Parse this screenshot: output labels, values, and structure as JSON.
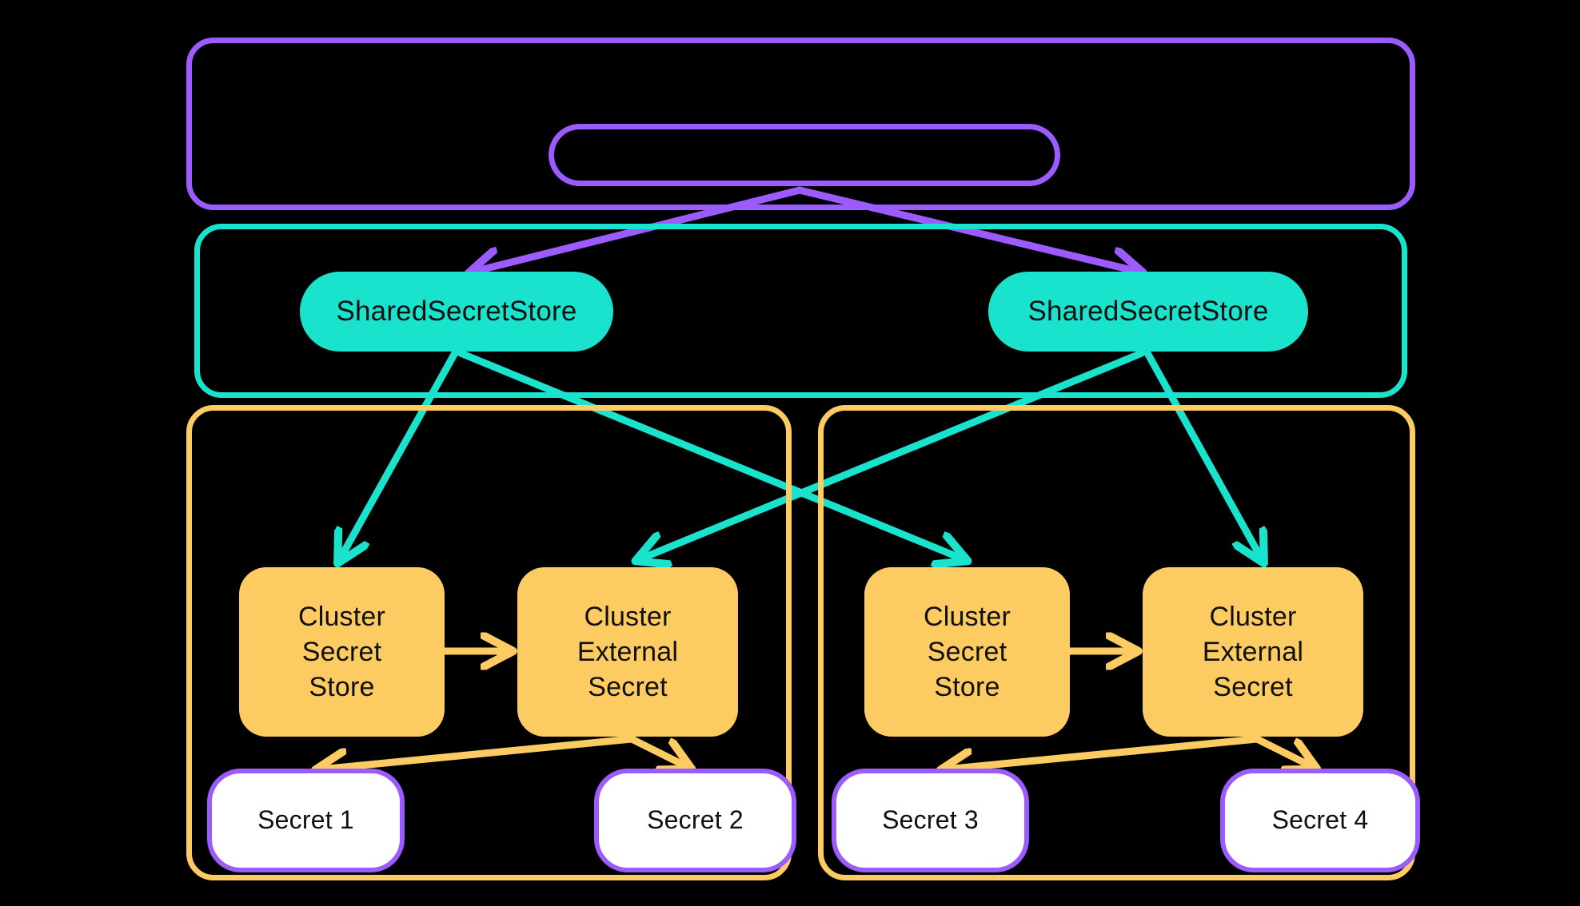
{
  "diagram": {
    "title": "External Secrets Operator shared secret store architecture",
    "background": "#000000",
    "colors": {
      "purple": "#9B5BFF",
      "teal": "#19E3CC",
      "orange": "#FCCB62",
      "white": "#FFFFFF",
      "text": "#101010"
    }
  },
  "containers": {
    "operator": {
      "label": "",
      "border_color": "#9B5BFF"
    },
    "shared": {
      "label": "",
      "border_color": "#19E3CC"
    },
    "cluster_left": {
      "label": "",
      "border_color": "#FCCB62"
    },
    "cluster_right": {
      "label": "",
      "border_color": "#FCCB62"
    }
  },
  "nodes": {
    "operator_pill": {
      "label": ""
    },
    "shared_store_left": {
      "label": "SharedSecretStore"
    },
    "shared_store_right": {
      "label": "SharedSecretStore"
    },
    "cluster_secret_store_left": {
      "lines": [
        "Cluster",
        "Secret",
        "Store"
      ]
    },
    "cluster_external_secret_left": {
      "lines": [
        "Cluster",
        "External",
        "Secret"
      ]
    },
    "cluster_secret_store_right": {
      "lines": [
        "Cluster",
        "Secret",
        "Store"
      ]
    },
    "cluster_external_secret_right": {
      "lines": [
        "Cluster",
        "External",
        "Secret"
      ]
    },
    "secret_1": {
      "label": "Secret 1"
    },
    "secret_2": {
      "label": "Secret 2"
    },
    "secret_3": {
      "label": "Secret 3"
    },
    "secret_4": {
      "label": "Secret 4"
    }
  },
  "edges": [
    {
      "from": "operator_pill",
      "to": "shared_store_left",
      "color": "#9B5BFF",
      "label": ""
    },
    {
      "from": "operator_pill",
      "to": "shared_store_right",
      "color": "#9B5BFF",
      "label": ""
    },
    {
      "from": "shared_store_left",
      "to": "cluster_secret_store_left",
      "color": "#19E3CC",
      "label": ""
    },
    {
      "from": "shared_store_left",
      "to": "cluster_secret_store_right",
      "color": "#19E3CC",
      "label": ""
    },
    {
      "from": "shared_store_right",
      "to": "cluster_external_secret_left",
      "color": "#19E3CC",
      "label": ""
    },
    {
      "from": "shared_store_right",
      "to": "cluster_external_secret_right",
      "color": "#19E3CC",
      "label": ""
    },
    {
      "from": "cluster_secret_store_left",
      "to": "cluster_external_secret_left",
      "color": "#FCCB62",
      "label": ""
    },
    {
      "from": "cluster_secret_store_right",
      "to": "cluster_external_secret_right",
      "color": "#FCCB62",
      "label": ""
    },
    {
      "from": "cluster_external_secret_left",
      "to": "secret_1",
      "color": "#FCCB62",
      "label": ""
    },
    {
      "from": "cluster_external_secret_left",
      "to": "secret_2",
      "color": "#FCCB62",
      "label": ""
    },
    {
      "from": "cluster_external_secret_right",
      "to": "secret_3",
      "color": "#FCCB62",
      "label": ""
    },
    {
      "from": "cluster_external_secret_right",
      "to": "secret_4",
      "color": "#FCCB62",
      "label": ""
    }
  ]
}
